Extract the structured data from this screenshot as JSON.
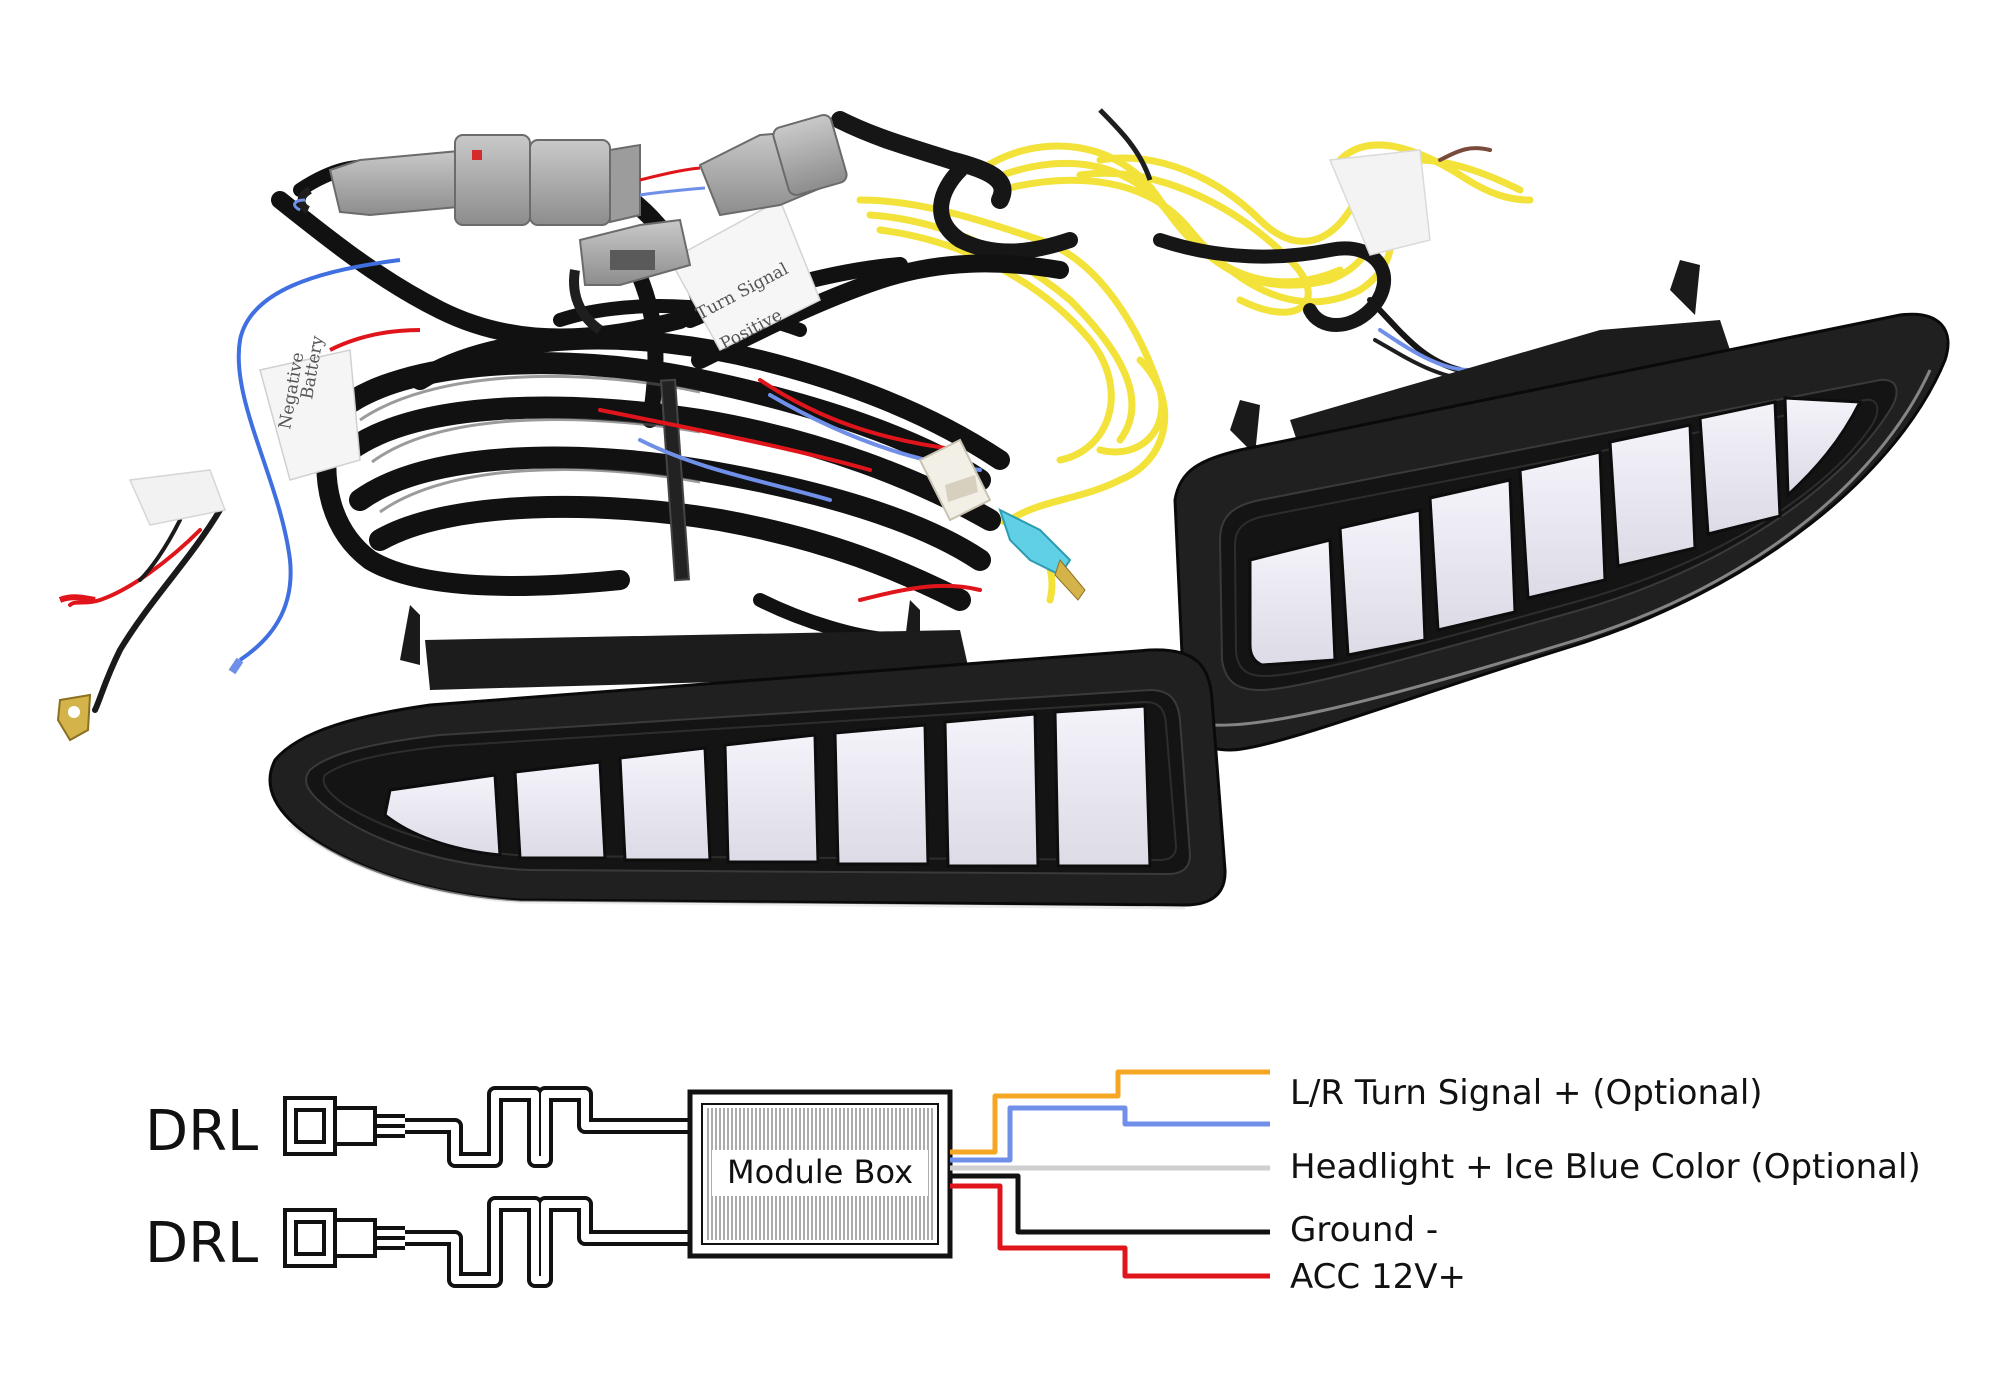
{
  "diagram": {
    "drl_top": "DRL",
    "drl_bottom": "DRL",
    "module_box": "Module Box",
    "wires": [
      {
        "label": "L/R Turn Signal + (Optional)",
        "color": "#f5a623"
      },
      {
        "label": "Headlight + Ice Blue Color (Optional)",
        "color": "#cfcfcf"
      },
      {
        "label": "Ground -",
        "color": "#111111"
      },
      {
        "label": "ACC 12V+",
        "color": "#e0151b"
      }
    ],
    "blue_wire_color": "#6f8fe8"
  },
  "photo": {
    "tag_turn_signal": "Turn Signal",
    "tag_positive": "Positive",
    "tag_battery": "Battery",
    "tag_negative": "Negative"
  }
}
